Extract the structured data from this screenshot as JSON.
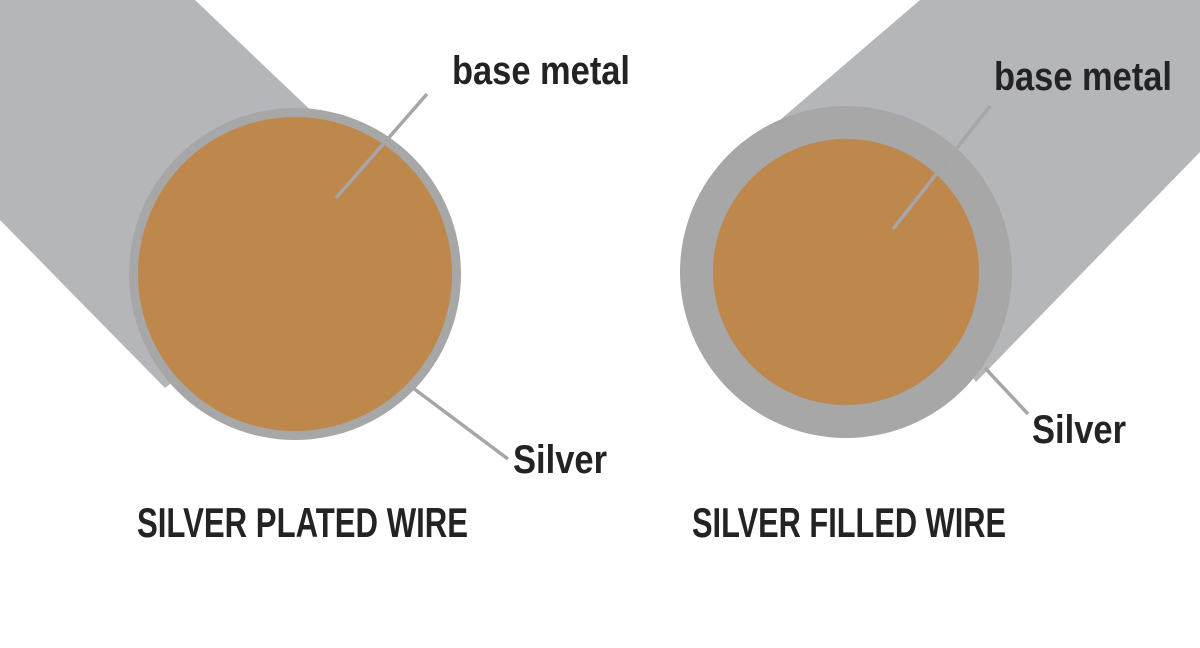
{
  "colors": {
    "background": "#ffffff",
    "wire_body": "#b4b6b9",
    "silver_layer": "#a7a7a7",
    "base_metal": "#be874b",
    "leader_line": "#a4a6a8",
    "text": "#232323"
  },
  "plated": {
    "base_label": "base metal",
    "silver_label": "Silver",
    "title": "SILVER PLATED WIRE"
  },
  "filled": {
    "base_label": "base metal",
    "silver_label": "Silver",
    "title": "SILVER FILLED WIRE"
  }
}
